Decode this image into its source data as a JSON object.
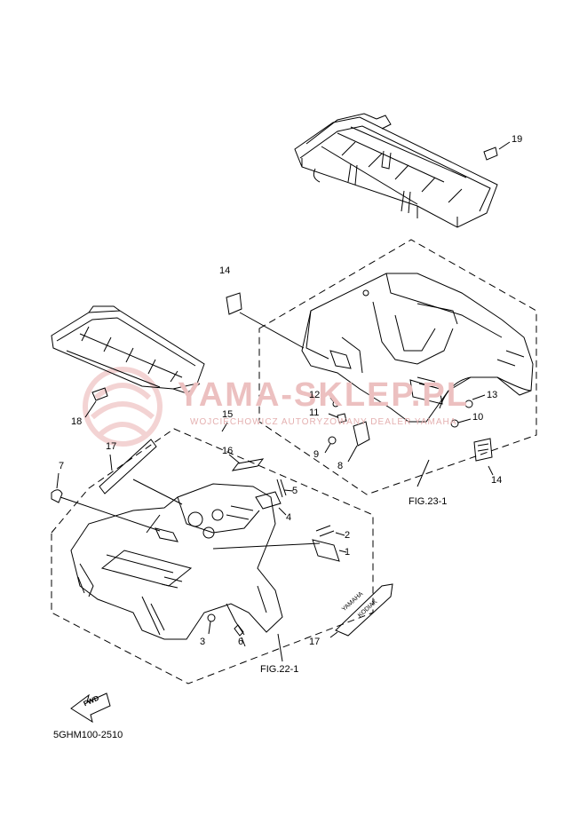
{
  "diagram": {
    "code": "5GHM100-2510",
    "fig_refs": {
      "rear": "FIG.23-1",
      "front": "FIG.22-1"
    },
    "fwd_label": "FWD",
    "parts": [
      {
        "id": "p1",
        "num": "1"
      },
      {
        "id": "p2",
        "num": "2"
      },
      {
        "id": "p3",
        "num": "3"
      },
      {
        "id": "p4",
        "num": "4"
      },
      {
        "id": "p5",
        "num": "5"
      },
      {
        "id": "p6",
        "num": "6"
      },
      {
        "id": "p7",
        "num": "7"
      },
      {
        "id": "p8",
        "num": "8"
      },
      {
        "id": "p9",
        "num": "9"
      },
      {
        "id": "p10",
        "num": "10"
      },
      {
        "id": "p11",
        "num": "11"
      },
      {
        "id": "p12",
        "num": "12"
      },
      {
        "id": "p13",
        "num": "13"
      },
      {
        "id": "p14a",
        "num": "14"
      },
      {
        "id": "p14b",
        "num": "14"
      },
      {
        "id": "p15",
        "num": "15"
      },
      {
        "id": "p16",
        "num": "16"
      },
      {
        "id": "p17a",
        "num": "17"
      },
      {
        "id": "p17b",
        "num": "17"
      },
      {
        "id": "p18",
        "num": "18"
      },
      {
        "id": "p19",
        "num": "19"
      }
    ],
    "decal_text": {
      "brand": "YAMAHA",
      "model": "KODIAK"
    }
  },
  "watermark": {
    "title": "YAMA-SKLEP.PL",
    "subtitle": "WOJCIECHOWICZ AUTORYZOWANY DEALER YAMAHA",
    "color": "#e8a0a0"
  }
}
